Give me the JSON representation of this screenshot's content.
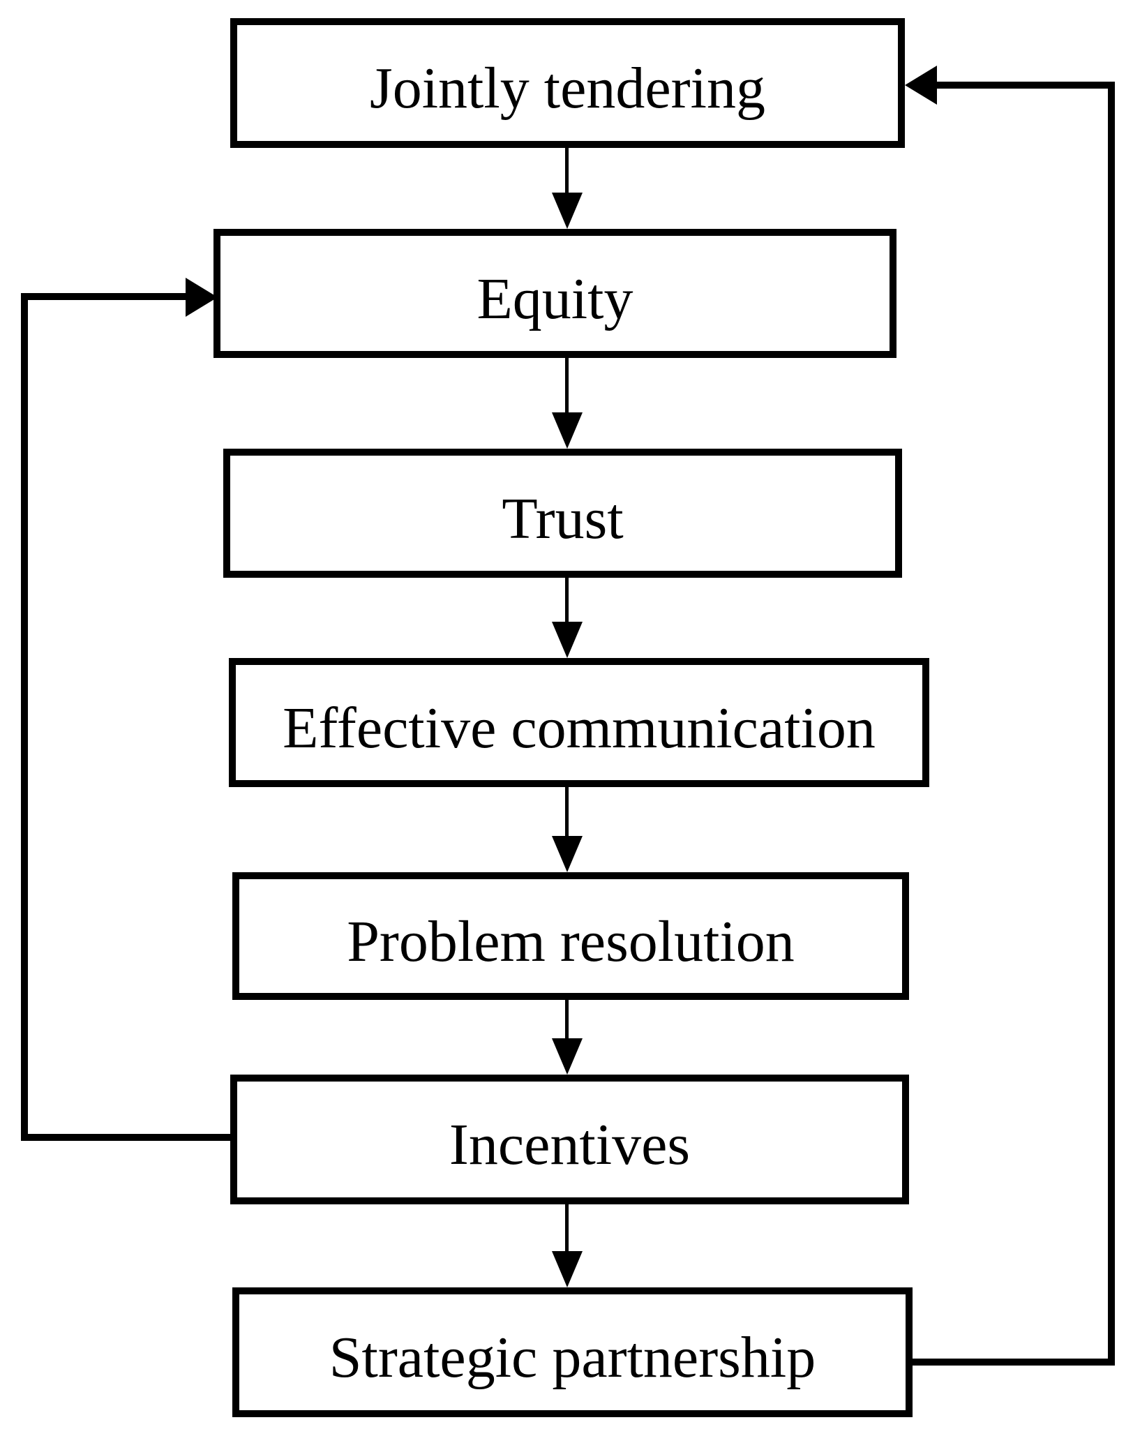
{
  "diagram": {
    "type": "flowchart",
    "background_color": "#ffffff",
    "line_color": "#000000",
    "nodes": [
      {
        "id": "jointly-tendering",
        "label": "Jointly tendering"
      },
      {
        "id": "equity",
        "label": "Equity"
      },
      {
        "id": "trust",
        "label": "Trust"
      },
      {
        "id": "effective-communication",
        "label": "Effective communication"
      },
      {
        "id": "problem-resolution",
        "label": "Problem resolution"
      },
      {
        "id": "incentives",
        "label": "Incentives"
      },
      {
        "id": "strategic-partnership",
        "label": "Strategic partnership"
      }
    ],
    "edges": [
      {
        "from": "jointly-tendering",
        "to": "equity",
        "style": "straight-down-arrow"
      },
      {
        "from": "equity",
        "to": "trust",
        "style": "straight-down-arrow"
      },
      {
        "from": "trust",
        "to": "effective-communication",
        "style": "straight-down-arrow"
      },
      {
        "from": "effective-communication",
        "to": "problem-resolution",
        "style": "straight-down-arrow"
      },
      {
        "from": "problem-resolution",
        "to": "incentives",
        "style": "straight-down-arrow"
      },
      {
        "from": "incentives",
        "to": "strategic-partnership",
        "style": "straight-down-arrow"
      },
      {
        "from": "incentives",
        "to": "equity",
        "style": "feedback-loop-left"
      },
      {
        "from": "strategic-partnership",
        "to": "jointly-tendering",
        "style": "feedback-loop-right"
      }
    ]
  }
}
